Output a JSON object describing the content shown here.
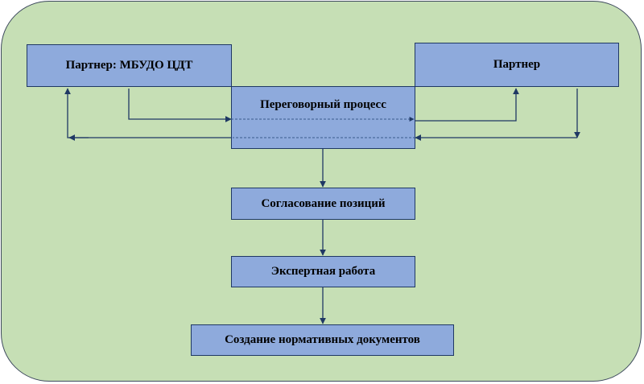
{
  "diagram": {
    "nodes": {
      "partner_left": "Партнер: МБУДО ЦДТ",
      "partner_right": "Партнер",
      "negotiation": "Переговорный процесс",
      "agreement": "Согласование позиций",
      "expert": "Экспертная работа",
      "documents": "Создание нормативных документов"
    },
    "edges": [
      {
        "from": "partner_left",
        "to": "negotiation"
      },
      {
        "from": "negotiation",
        "to": "partner_left"
      },
      {
        "from": "negotiation",
        "to": "partner_right"
      },
      {
        "from": "partner_right",
        "to": "negotiation"
      },
      {
        "from": "negotiation",
        "to": "agreement"
      },
      {
        "from": "agreement",
        "to": "expert"
      },
      {
        "from": "expert",
        "to": "documents"
      }
    ],
    "colors": {
      "background": "#c6dfb5",
      "box_fill": "#8eaadc",
      "box_border": "#1f3864",
      "arrow": "#1f3864"
    }
  }
}
